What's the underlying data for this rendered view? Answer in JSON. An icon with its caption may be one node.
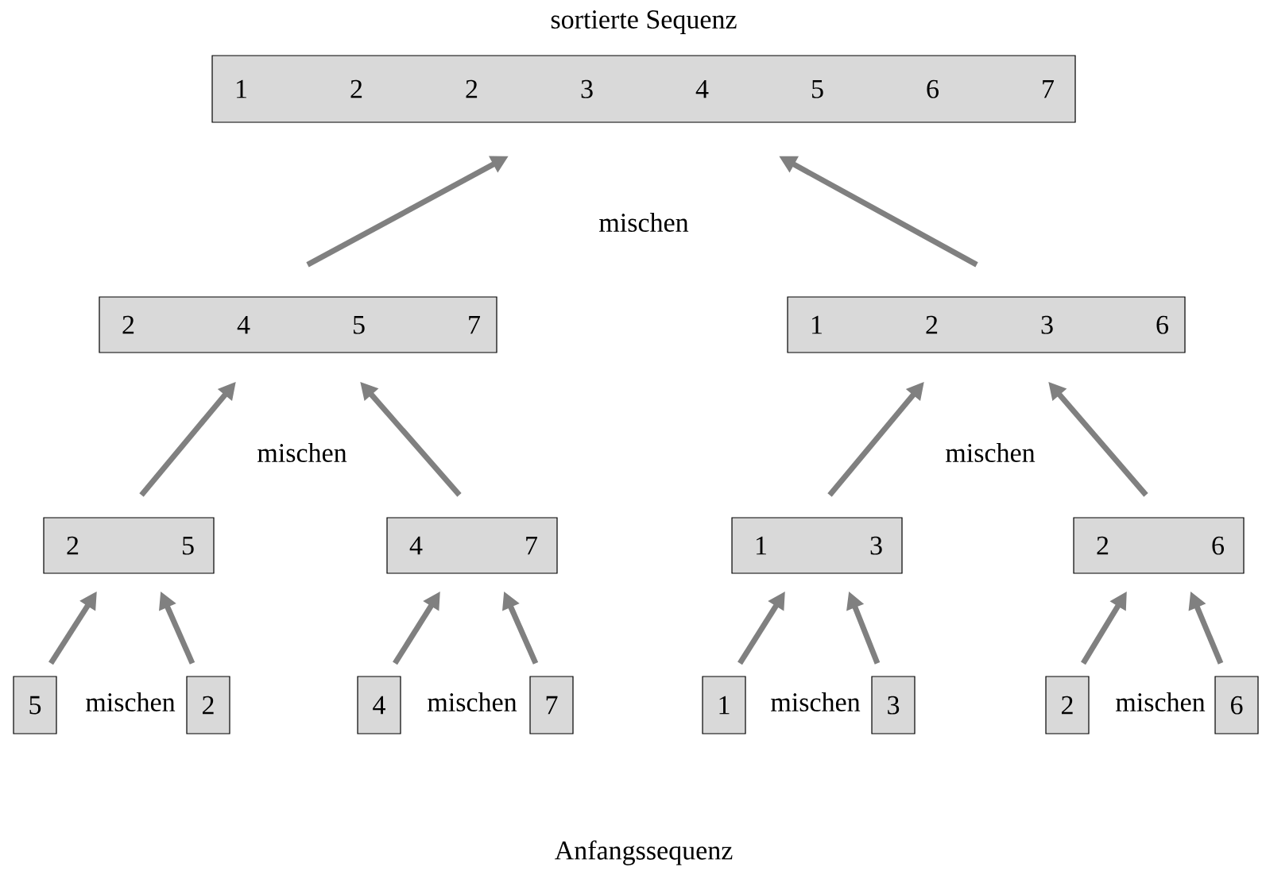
{
  "diagram": {
    "title": "sortierte Sequenz",
    "caption": "Anfangssequenz",
    "nodes": [
      {
        "text": [
          "1",
          "2",
          "2",
          "3",
          "4",
          "5",
          "6",
          "7"
        ]
      },
      {
        "text": [
          "2",
          "4",
          "5",
          "7"
        ]
      },
      {
        "text": [
          "1",
          "2",
          "3",
          "6"
        ]
      },
      {
        "text": [
          "2",
          "5"
        ]
      },
      {
        "text": [
          "4",
          "7"
        ]
      },
      {
        "text": [
          "1",
          "3"
        ]
      },
      {
        "text": [
          "2",
          "6"
        ]
      },
      {
        "text": [
          "5"
        ]
      },
      {
        "text": [
          "2"
        ]
      },
      {
        "text": [
          "4"
        ]
      },
      {
        "text": [
          "7"
        ]
      },
      {
        "text": [
          "1"
        ]
      },
      {
        "text": [
          "3"
        ]
      },
      {
        "text": [
          "2"
        ]
      },
      {
        "text": [
          "6"
        ]
      }
    ],
    "edges": [
      {
        "from": 1,
        "to": 0,
        "arrow": "to"
      },
      {
        "from": 2,
        "to": 0,
        "arrow": "to"
      },
      {
        "from": 3,
        "to": 1,
        "arrow": "to"
      },
      {
        "from": 4,
        "to": 1,
        "arrow": "to"
      },
      {
        "from": 5,
        "to": 2,
        "arrow": "to"
      },
      {
        "from": 6,
        "to": 2,
        "arrow": "to"
      },
      {
        "from": 7,
        "to": 3,
        "arrow": "to"
      },
      {
        "from": 8,
        "to": 3,
        "arrow": "to"
      },
      {
        "from": 9,
        "to": 4,
        "arrow": "to"
      },
      {
        "from": 10,
        "to": 4,
        "arrow": "to"
      },
      {
        "from": 11,
        "to": 5,
        "arrow": "to"
      },
      {
        "from": 12,
        "to": 5,
        "arrow": "to"
      },
      {
        "from": 13,
        "to": 6,
        "arrow": "to"
      },
      {
        "from": 14,
        "to": 6,
        "arrow": "to"
      }
    ],
    "labels": [
      "mischen",
      "mischen",
      "mischen",
      "mischen",
      "mischen",
      "mischen",
      "mischen"
    ]
  }
}
